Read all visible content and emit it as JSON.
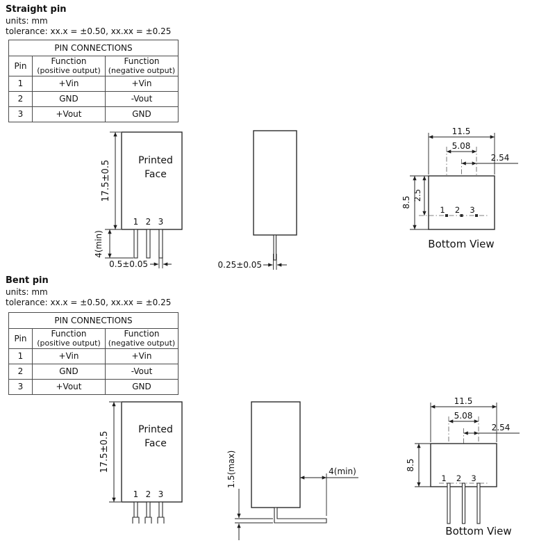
{
  "straight": {
    "title": "Straight pin",
    "units": "units: mm",
    "tolerance": "tolerance: xx.x = ±0.50, xx.xx = ±0.25",
    "table": {
      "title": "PIN CONNECTIONS",
      "col_pin": "Pin",
      "col_pos1": "Function",
      "col_pos2": "(positive output)",
      "col_neg1": "Function",
      "col_neg2": "(negative output)",
      "rows": [
        {
          "pin": "1",
          "pos": "+Vin",
          "neg": "+Vin"
        },
        {
          "pin": "2",
          "pos": "GND",
          "neg": "-Vout"
        },
        {
          "pin": "3",
          "pos": "+Vout",
          "neg": "GND"
        }
      ]
    },
    "front": {
      "height": "17.5±0.5",
      "pin_length": "4(min)",
      "pin_width": "0.5±0.05",
      "face1": "Printed",
      "face2": "Face",
      "pin1": "1",
      "pin2": "2",
      "pin3": "3"
    },
    "side": {
      "pin_thickness": "0.25±0.05"
    },
    "bottom": {
      "width": "11.5",
      "span": "5.08",
      "pitch": "2.54",
      "depth": "8.5",
      "pin_offset": "2.5",
      "pin1": "1",
      "pin2": "2",
      "pin3": "3",
      "caption": "Bottom View"
    }
  },
  "bent": {
    "title": "Bent pin",
    "units": "units: mm",
    "tolerance": "tolerance: xx.x = ±0.50, xx.xx = ±0.25",
    "table": {
      "title": "PIN CONNECTIONS",
      "col_pin": "Pin",
      "col_pos1": "Function",
      "col_pos2": "(positive output)",
      "col_neg1": "Function",
      "col_neg2": "(negative output)",
      "rows": [
        {
          "pin": "1",
          "pos": "+Vin",
          "neg": "+Vin"
        },
        {
          "pin": "2",
          "pos": "GND",
          "neg": "-Vout"
        },
        {
          "pin": "3",
          "pos": "+Vout",
          "neg": "GND"
        }
      ]
    },
    "front": {
      "height": "17.5±0.5",
      "face1": "Printed",
      "face2": "Face",
      "pin1": "1",
      "pin2": "2",
      "pin3": "3"
    },
    "side": {
      "foot_height": "1.5(max)",
      "foot_length": "4(min)"
    },
    "bottom": {
      "width": "11.5",
      "span": "5.08",
      "pitch": "2.54",
      "depth": "8.5",
      "pin1": "1",
      "pin2": "2",
      "pin3": "3",
      "caption": "Bottom View"
    }
  }
}
